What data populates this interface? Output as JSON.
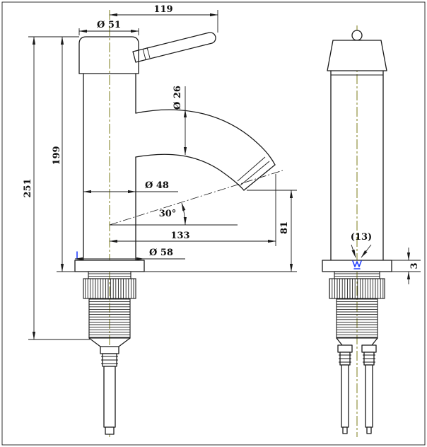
{
  "drawing": {
    "colors": {
      "line": "#1a1a1a",
      "centerline": "#6e6e00",
      "accent": "#2441ff",
      "background": "#ffffff"
    },
    "dimensions": {
      "overall_width": "119",
      "cap_diameter": "Ø 51",
      "spout_diameter": "Ø 26",
      "body_height": "199",
      "overall_height": "251",
      "body_diameter": "Ø 48",
      "spout_angle": "30°",
      "spout_reach": "133",
      "spout_height": "81",
      "flange_diameter": "Ø 58",
      "hole_ref": "(13)",
      "flange_thickness": "3"
    }
  }
}
